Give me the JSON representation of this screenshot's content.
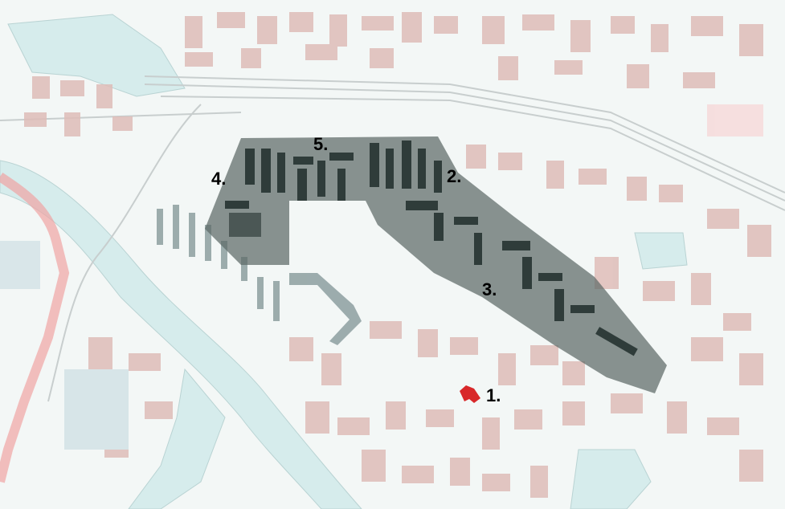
{
  "map": {
    "labels": {
      "zone_1": "1.",
      "zone_2": "2.",
      "zone_3": "3.",
      "zone_4": "4.",
      "zone_5": "5."
    },
    "colors": {
      "background": "#f1f6f5",
      "building": "#dcb9b4",
      "water": "#d3ebeb",
      "study_area": "#5f6a68",
      "highlighted_building": "#d8282a",
      "railway": "#c9cfcf",
      "dark_block": "#33413f",
      "label": "#000000"
    }
  }
}
